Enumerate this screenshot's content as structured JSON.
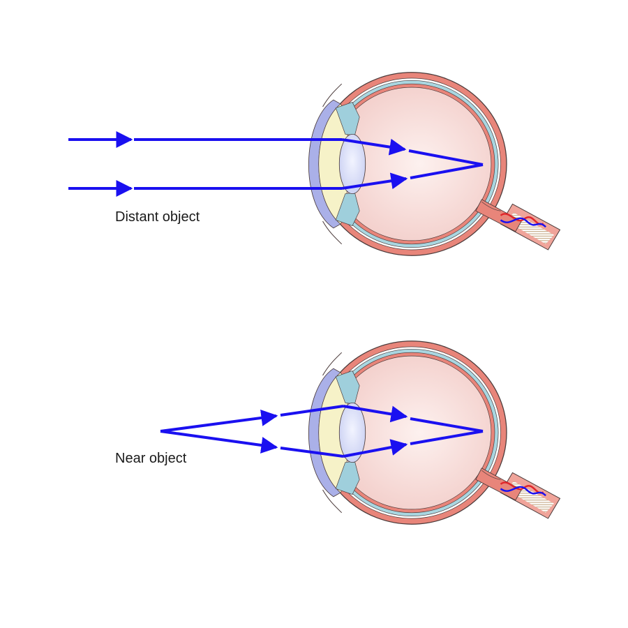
{
  "labels": {
    "distant": "Distant object",
    "near": "Near object"
  },
  "colors": {
    "ray": "#1a10f0",
    "sclera": "#e8857a",
    "choroid": "#a9d6e0",
    "vitreous": "#f7d9d6",
    "cornea": "#aab0e8",
    "aqueous": "#f6f2c8",
    "lens": "#dfe3f8",
    "iris": "#9fcfdc",
    "outline": "#4a3a3a",
    "artery": "#e0262b",
    "vein": "#1a10f0",
    "nerve_fibers": "#b08a5a"
  },
  "icons": [
    "eye-diagram",
    "ray-arrow",
    "optic-nerve"
  ]
}
